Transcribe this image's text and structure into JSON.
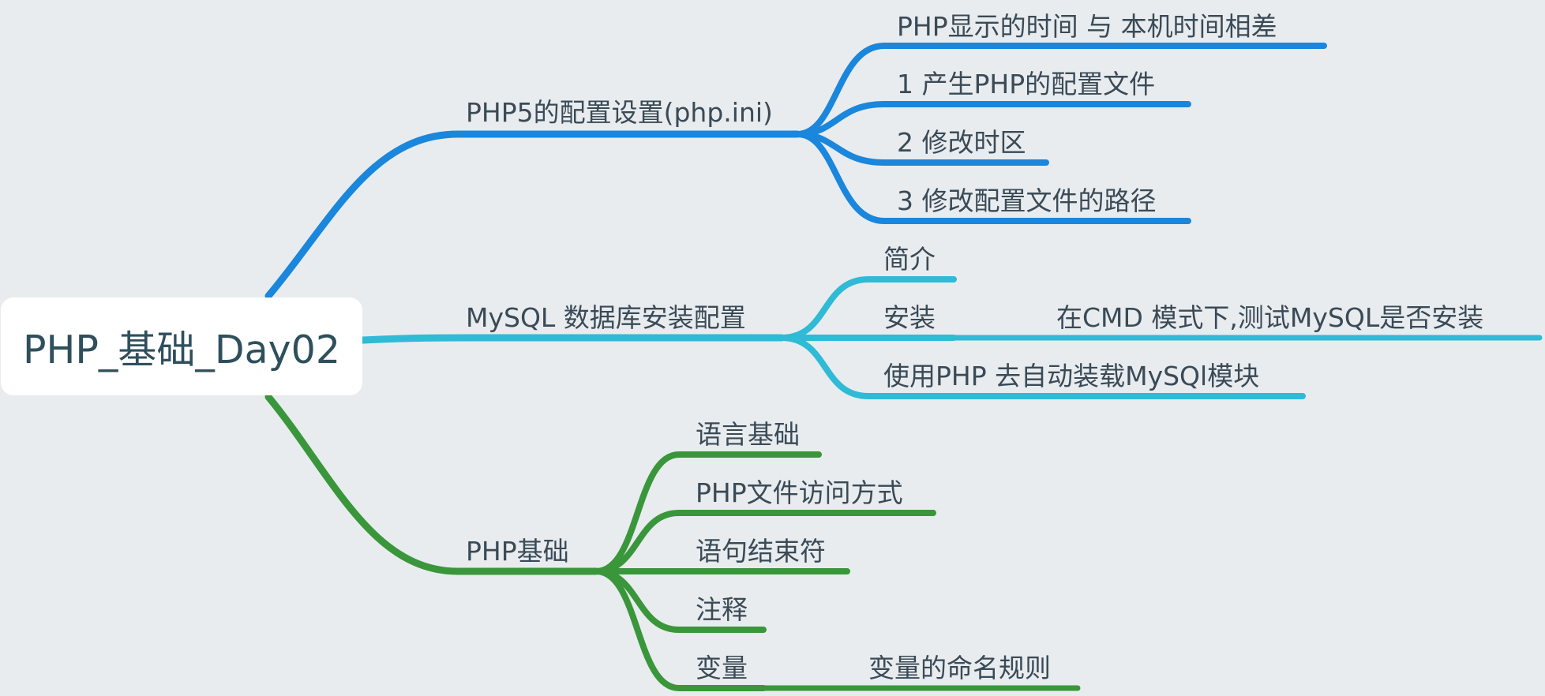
{
  "colors": {
    "branch1": "#1a86dc",
    "branch2": "#2fbad6",
    "branch3": "#3a963a",
    "background": "#e8ecef"
  },
  "root": {
    "label": "PHP_基础_Day02"
  },
  "branches": [
    {
      "label": "PHP5的配置设置(php.ini)",
      "children": [
        {
          "label": "PHP显示的时间 与 本机时间相差"
        },
        {
          "label": "1 产生PHP的配置文件"
        },
        {
          "label": "2 修改时区"
        },
        {
          "label": "3 修改配置文件的路径"
        }
      ]
    },
    {
      "label": "MySQL 数据库安装配置",
      "children": [
        {
          "label": "简介"
        },
        {
          "label": "安装",
          "children": [
            {
              "label": "在CMD 模式下,测试MySQL是否安装"
            }
          ]
        },
        {
          "label": "使用PHP 去自动装载MySQl模块"
        }
      ]
    },
    {
      "label": "PHP基础",
      "children": [
        {
          "label": "语言基础"
        },
        {
          "label": "PHP文件访问方式"
        },
        {
          "label": "语句结束符"
        },
        {
          "label": "注释"
        },
        {
          "label": "变量",
          "children": [
            {
              "label": "变量的命名规则"
            }
          ]
        }
      ]
    }
  ]
}
